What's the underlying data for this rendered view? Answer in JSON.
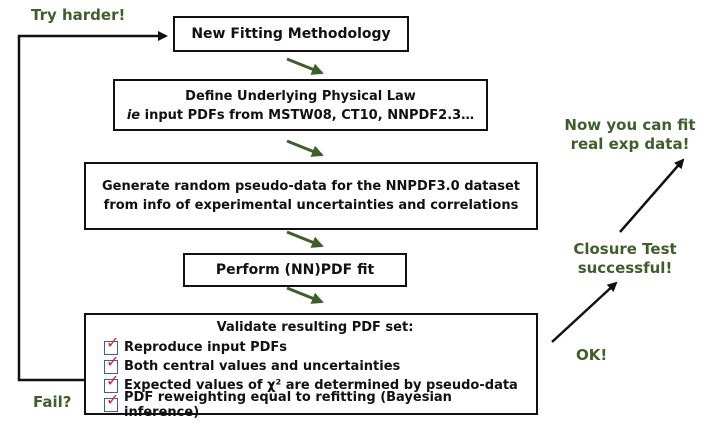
{
  "labels": {
    "try_harder": "Try harder!",
    "fail": "Fail?",
    "ok": "OK!",
    "closure_line1": "Closure Test",
    "closure_line2": "successful!",
    "now_line1": "Now you can fit",
    "now_line2": "real exp data!"
  },
  "boxes": {
    "new_fitting": "New Fitting Methodology",
    "define_law_line1": "Define Underlying Physical Law",
    "define_law_ie": "ie",
    "define_law_line2_rest": " input PDFs from MSTW08, CT10, NNPDF2.3…",
    "generate_line1": "Generate random pseudo-data for the NNPDF3.0 dataset",
    "generate_line2": "from info of experimental uncertainties and correlations",
    "perform_fit": "Perform (NN)PDF fit",
    "validate_title": "Validate resulting PDF set:",
    "validate_items": [
      "Reproduce input PDFs",
      "Both central values and uncertainties",
      "Expected values of χ² are determined by pseudo-data",
      "PDF reweighting equal to refitting (Bayesian inference)"
    ]
  },
  "colors": {
    "green_text": "#3f5f2a",
    "arrow_green": "#3f5f2a",
    "black": "#111111",
    "checkbox_blue": "#3a5db0",
    "tick_red": "#d8261f"
  },
  "icons": {
    "checkbox": "checkbox-checked-icon",
    "arrow": "down-right-arrow-icon"
  }
}
